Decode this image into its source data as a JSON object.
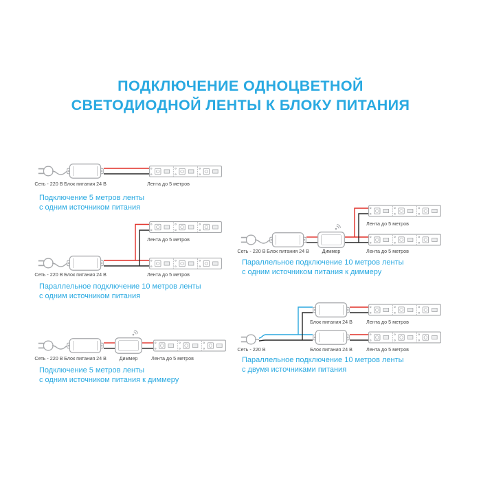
{
  "title": {
    "line1": "ПОДКЛЮЧЕНИЕ ОДНОЦВЕТНОЙ",
    "line2": "СВЕТОДИОДНОЙ ЛЕНТЫ К БЛОКУ ПИТАНИЯ"
  },
  "labels": {
    "mains": "Сеть - 220 В",
    "psu": "Блок питания 24 В",
    "dimmer": "Диммер",
    "strip": "Лента до 5 метров"
  },
  "icons": {
    "plug": "power-plug",
    "psu": "power-supply-box",
    "dimmer": "dimmer-box",
    "signal": "radio-signal-waves",
    "strip": "led-strip-segment"
  },
  "diagrams": [
    {
      "name": "single-strip-one-psu",
      "components": [
        "mains",
        "psu",
        "strip"
      ],
      "caption_line1": "Подключение 5 метров ленты",
      "caption_line2": "с одним источником питания"
    },
    {
      "name": "parallel-two-strips-one-psu",
      "components": [
        "mains",
        "psu",
        "strip",
        "strip"
      ],
      "caption_line1": "Параллельное подключение 10 метров ленты",
      "caption_line2": "с одним источником питания"
    },
    {
      "name": "single-strip-one-psu-dimmer",
      "components": [
        "mains",
        "psu",
        "dimmer",
        "strip"
      ],
      "caption_line1": "Подключение 5 метров ленты",
      "caption_line2": "с одним источником питания к диммеру"
    },
    {
      "name": "parallel-two-strips-one-psu-dimmer",
      "components": [
        "mains",
        "psu",
        "dimmer",
        "strip",
        "strip"
      ],
      "caption_line1": "Параллельное подключение 10 метров ленты",
      "caption_line2": "с одним источником питания к диммеру"
    },
    {
      "name": "parallel-two-strips-two-psu",
      "components": [
        "mains",
        "psu",
        "psu",
        "strip",
        "strip"
      ],
      "caption_line1": "Параллельное подключение 10 метров ленты",
      "caption_line2": "с двумя источниками питания"
    }
  ],
  "colors": {
    "accent": "#29A9E1",
    "wire_red": "#E12E26",
    "wire_black": "#262626",
    "wire_blue": "#2BA7DF",
    "component_outline": "#A6A8AB",
    "label_text": "#4A4A4A"
  }
}
